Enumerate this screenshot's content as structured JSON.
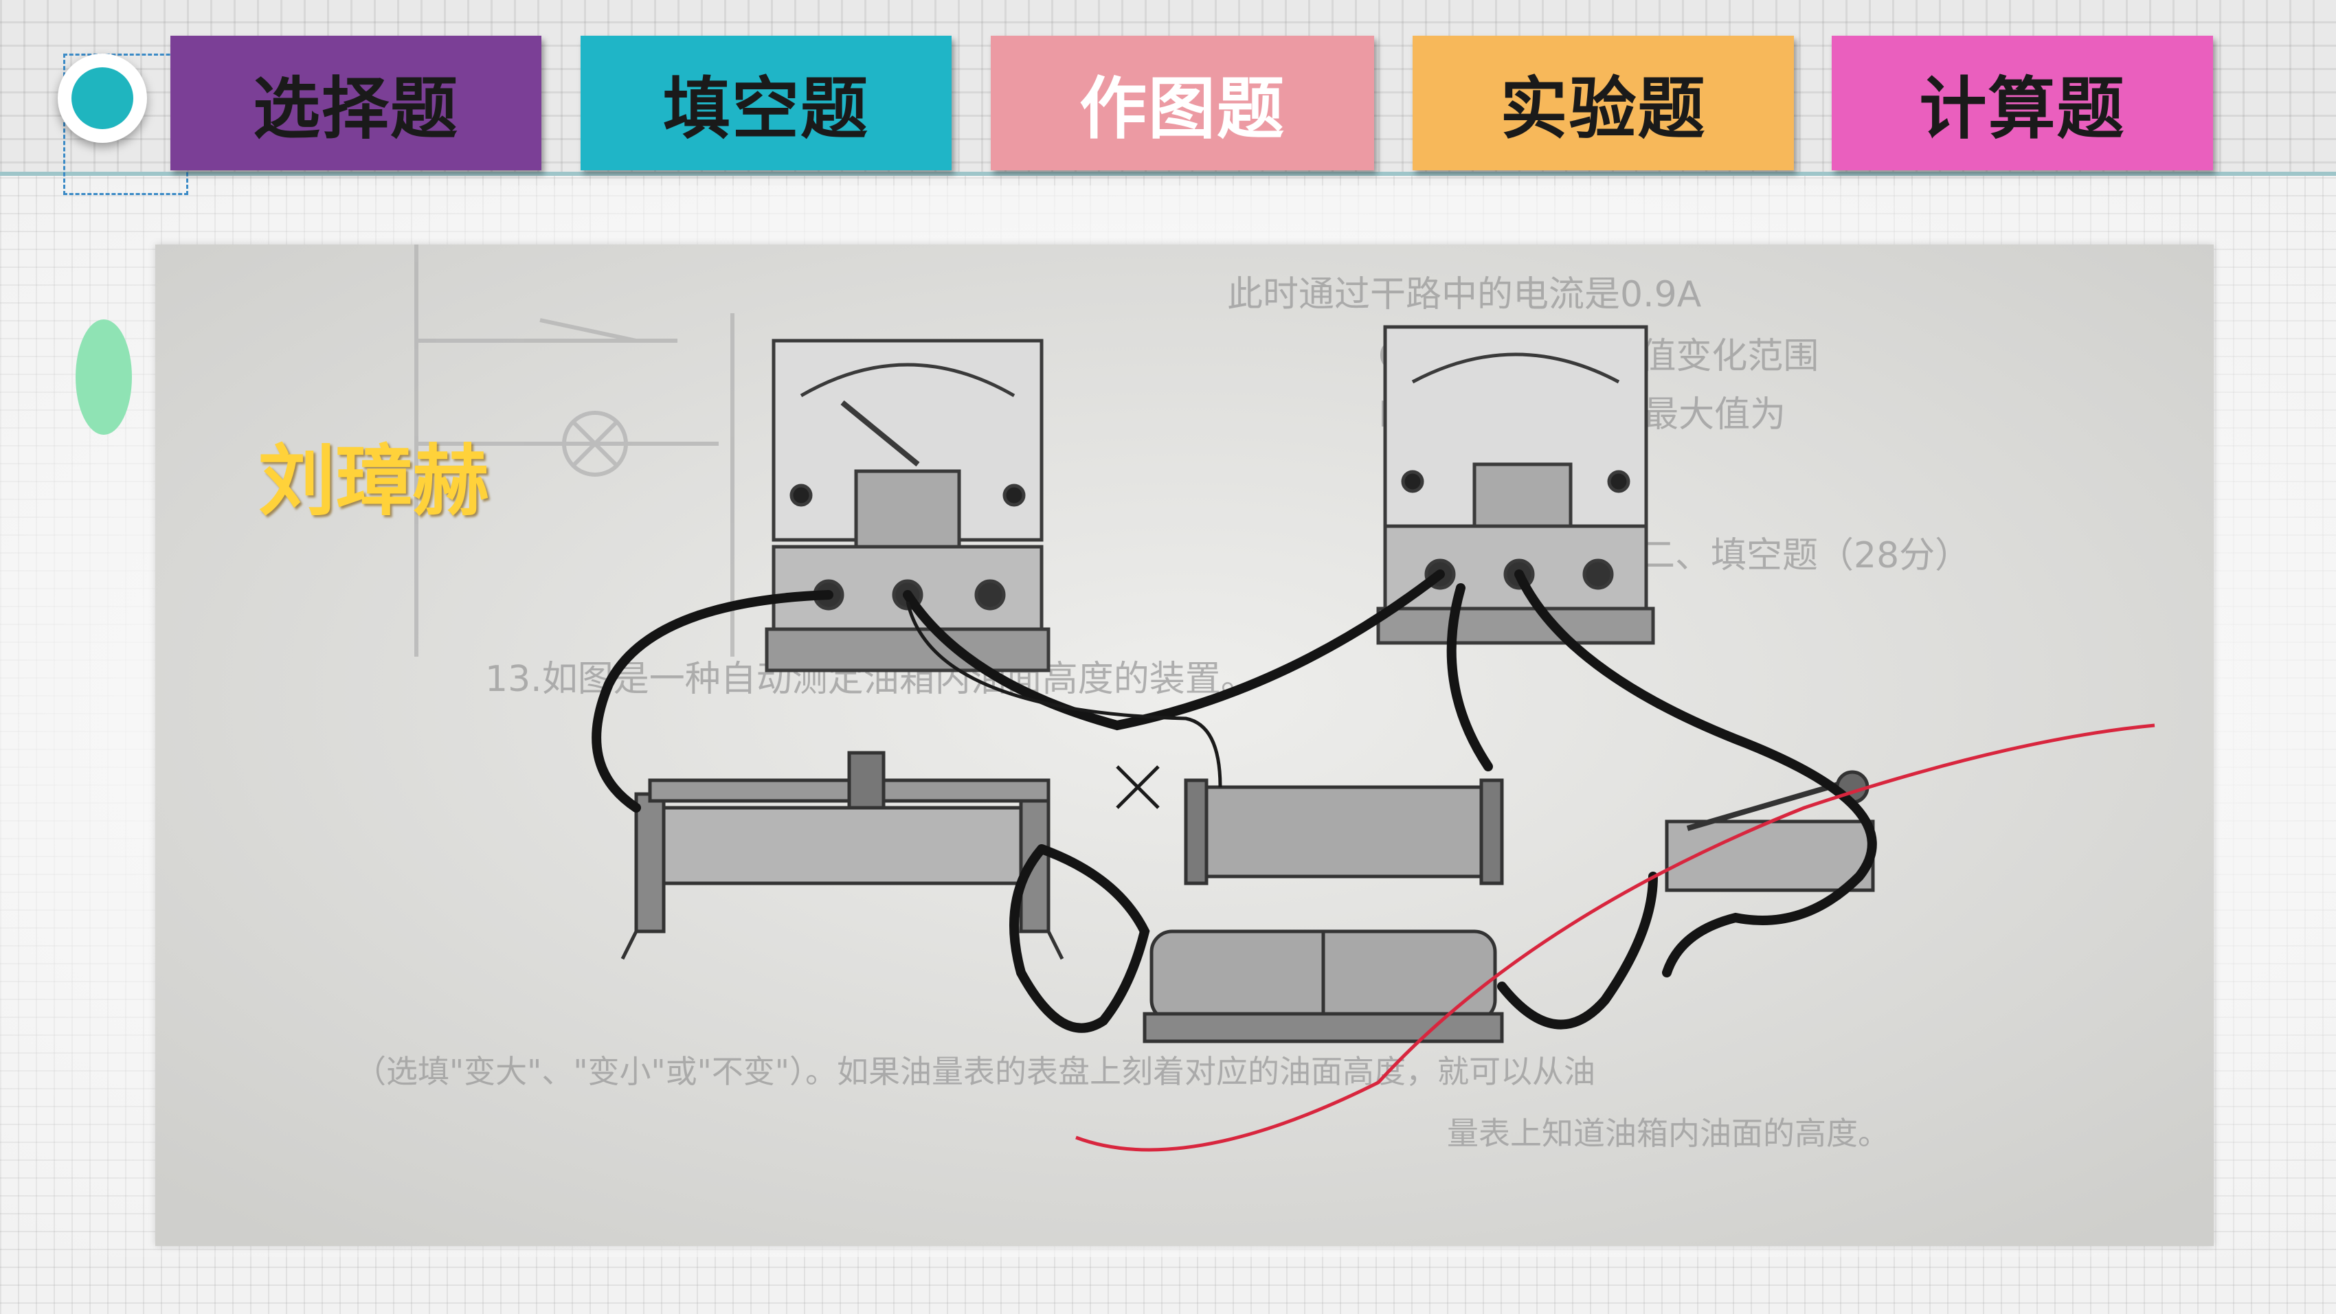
{
  "tabs": [
    {
      "label": "选择题",
      "color": "#7b3f96"
    },
    {
      "label": "填空题",
      "color": "#1fb5c7"
    },
    {
      "label": "作图题",
      "color": "#ec9aa3"
    },
    {
      "label": "实验题",
      "color": "#f7b85a"
    },
    {
      "label": "计算题",
      "color": "#ea5fbe"
    }
  ],
  "caption": "刘璋赫",
  "photo": {
    "subject": "circuit-wiring-photo",
    "background_text": [
      "此时通过干路中的电流是0.9A",
      "C. 接入电路的阻值变化范围",
      "D. 电路总电阻的最大值为",
      "二、填空题（28分）",
      "13.如图是一种自动测定油箱内油面高度的装置。",
      "（选填\"变大\"、\"变小\"或\"不变\"）。如果油量表的表盘上刻着对应的油面高度，就可以从油",
      "量表上知道油箱内油面的高度。"
    ]
  },
  "colors": {
    "accent": "#1fb5bf",
    "caption": "#ffd23a",
    "oval": "#8fe3b4",
    "annotation": "#d8263e"
  }
}
